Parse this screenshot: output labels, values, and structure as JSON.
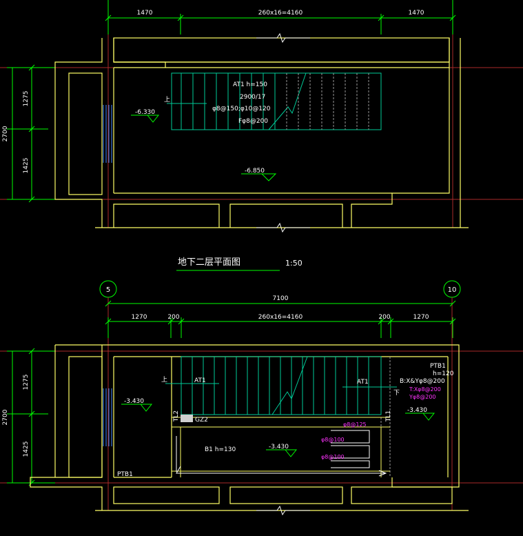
{
  "upper_plan": {
    "top_dims": [
      "1470",
      "260x16=4160",
      "1470"
    ],
    "left_dims": [
      "1275",
      "1425"
    ],
    "left_total": "2700",
    "stair_label": "AT1 h=150",
    "stair_spec": "2900/17",
    "rebar_main": "φ8@150;φ10@120",
    "rebar_dist": "Fφ8@200",
    "up_mark": "上",
    "level_a": "-6.330",
    "level_b": "-6.850"
  },
  "plan_title": "地下二层平面图",
  "plan_scale": "1:50",
  "lower_plan": {
    "axis_left": "5",
    "axis_right": "10",
    "overall_dim": "7100",
    "top_dims": [
      "1270",
      "200",
      "260x16=4160",
      "200",
      "1270"
    ],
    "left_dims": [
      "1275",
      "1425"
    ],
    "left_total": "2700",
    "stair_left": "AT1",
    "stair_right": "AT1",
    "up_mark": "上",
    "down_mark": "下",
    "level_left": "-3.430",
    "level_center": "-3.430",
    "level_right": "-3.430",
    "ptb_label": "PTB1",
    "ptb_h": "h=120",
    "ptb_rebar_b": "B:X&Yφ8@200",
    "ptb_rebar_t": "T:Xφ8@200",
    "ptb_rebar_y": "Yφ8@200",
    "ptb_bottom": "PTB1",
    "column_label": "GZ2",
    "beam_left": "TL2",
    "beam_right": "TL1",
    "slab_label": "B1 h=130",
    "rebar_a": "φ8@125",
    "rebar_b": "φ8@100",
    "rebar_c": "φ8@100"
  },
  "colors": {
    "wall": "#ffff66",
    "dim": "#00ff00",
    "stair": "#00cc99",
    "axis": "#cc3333",
    "window": "#4488ff",
    "rebar": "#ff33ff"
  }
}
